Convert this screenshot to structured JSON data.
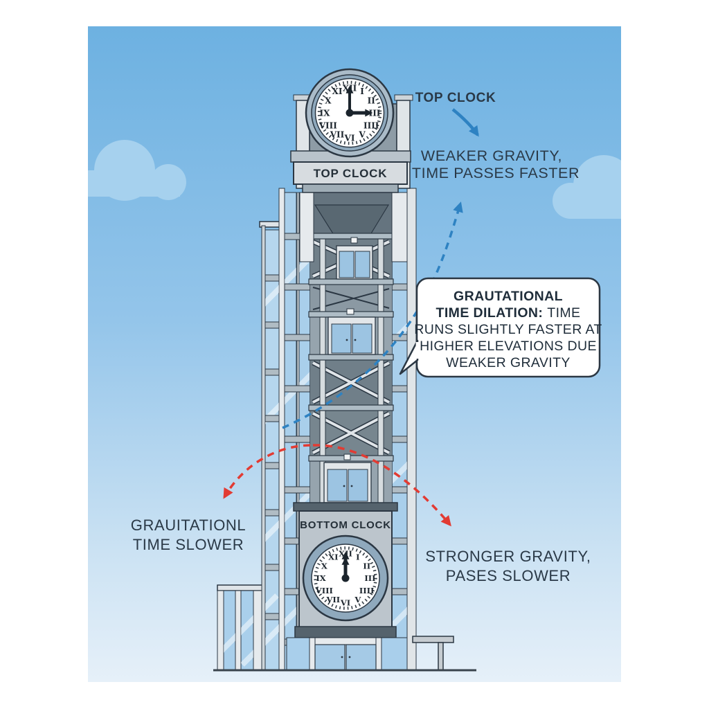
{
  "illustration": {
    "top_clock_plaque": "TOP CLOCK",
    "bottom_clock_label": "BOTTOM CLOCK",
    "clock_numerals": [
      "XII",
      "I",
      "II",
      "III",
      "IIII",
      "V",
      "VI",
      "VII",
      "VIII",
      "IX",
      "X",
      "XI"
    ],
    "top_clock_time": "3:00",
    "bottom_clock_time": "12:00"
  },
  "annotations": {
    "top_clock_callout": "TOP CLOCK",
    "weaker": {
      "line1": "WEAKER GRAVITY,",
      "line2": "TIME PASSES FASTER"
    },
    "bubble": {
      "line1_bold": "GRAUTATIONAL",
      "line2_bold": "TIME DILATION:",
      "line2_rest": "TIME",
      "line3": "RUNS SLIGHTLY FASTER AT",
      "line4": "HIGHER ELEVATIONS DUE",
      "line5": "WEAKER GRAVITY"
    },
    "slower": {
      "line1": "GRAUITATIONL",
      "line2": "TIME SLOWER"
    },
    "stronger": {
      "line1": "STRONGER GRAVITY,",
      "line2": "PASES SLOWER"
    }
  },
  "colors": {
    "sky_top": "#6db1e1",
    "sky_bottom": "#e6f0f9",
    "cloud": "#a6d1ee",
    "glass": "#a9cfeb",
    "structure_gray": "#8e9ca6",
    "ink_outline": "#2b3743",
    "accent_blue": "#2e82c2",
    "accent_red": "#e23b33",
    "text_dark": "#2a3947"
  }
}
